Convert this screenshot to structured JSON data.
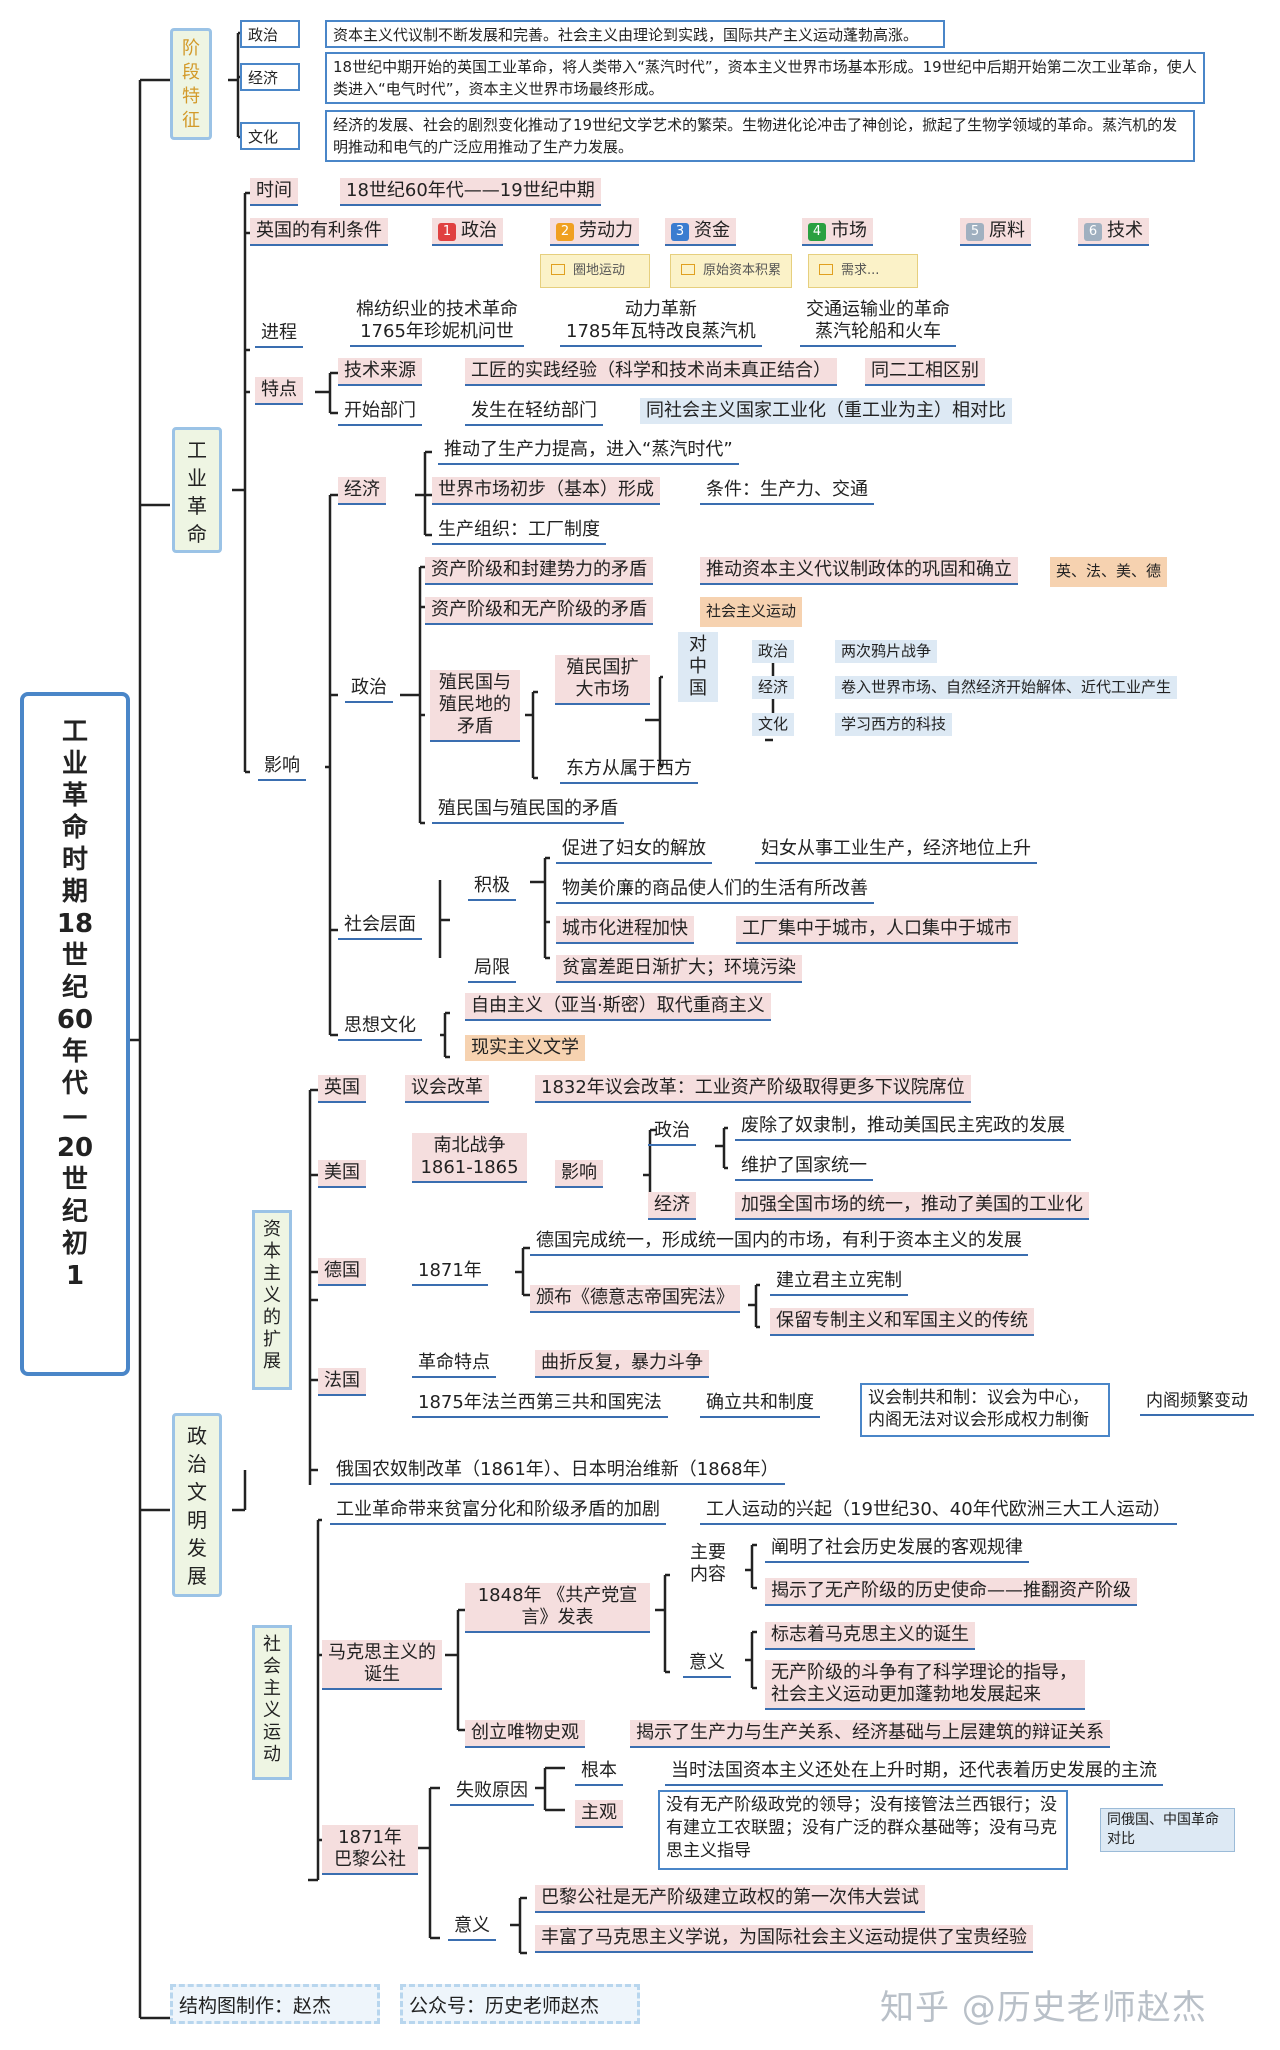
{
  "title": "工业革命时期 18世纪60年代—20世纪初 1",
  "stage": {
    "label": "阶段特征",
    "political_label": "政治",
    "political": "资本主义代议制不断发展和完善。社会主义由理论到实践，国际共产主义运动蓬勃高涨。",
    "economic_label": "经济",
    "economic": "18世纪中期开始的英国工业革命，将人类带入“蒸汽时代”，资本主义世界市场基本形成。19世纪中后期开始第二次工业革命，使人类进入“电气时代”，资本主义世界市场最终形成。",
    "culture_label": "文化",
    "culture": "经济的发展、社会的剧烈变化推动了19世纪文学艺术的繁荣。生物进化论冲击了神创论，掀起了生物学领域的革命。蒸汽机的发明推动和电气的广泛应用推动了生产力发展。"
  },
  "ir": {
    "label": "工业革命",
    "time_label": "时间",
    "time": "18世纪60年代——19世纪中期",
    "cond_label": "英国的有利条件",
    "conds": [
      {
        "num": "1",
        "text": "政治",
        "color": "#e04040"
      },
      {
        "num": "2",
        "text": "劳动力",
        "color": "#f0a020"
      },
      {
        "num": "3",
        "text": "资金",
        "color": "#3a7cd0"
      },
      {
        "num": "4",
        "text": "市场",
        "color": "#2aa040"
      },
      {
        "num": "5",
        "text": "原料",
        "color": "#a0b0c0"
      },
      {
        "num": "6",
        "text": "技术",
        "color": "#a0b0c0"
      }
    ],
    "notes": [
      "圈地运动",
      "原始资本积累",
      "需求..."
    ],
    "process_label": "进程",
    "process": [
      {
        "t1": "棉纺织业的技术革命",
        "t2": "1765年珍妮机问世"
      },
      {
        "t1": "动力革新",
        "t2": "1785年瓦特改良蒸汽机"
      },
      {
        "t1": "交通运输业的革命",
        "t2": "蒸汽轮船和火车"
      }
    ],
    "feature_label": "特点",
    "tech_source_label": "技术来源",
    "tech_source": "工匠的实践经验（科学和技术尚未真正结合）",
    "tech_source_cmp": "同二工相区别",
    "start_dept_label": "开始部门",
    "start_dept": "发生在轻纺部门",
    "start_dept_cmp": "同社会主义国家工业化（重工业为主）相对比",
    "impact_label": "影响",
    "econ_label": "经济",
    "econ": [
      "推动了生产力提高，进入“蒸汽时代”",
      "世界市场初步（基本）形成",
      "生产组织：工厂制度"
    ],
    "econ_cond": "条件：生产力、交通",
    "pol_label": "政治",
    "pol1": "资产阶级和封建势力的矛盾",
    "pol1a": "推动资本主义代议制政体的巩固和确立",
    "pol1b": "英、法、美、德",
    "pol2": "资产阶级和无产阶级的矛盾",
    "pol2a": "社会主义运动",
    "pol3": "殖民国与殖民地的矛盾",
    "pol3a": "殖民国扩大市场",
    "pol3b": "对中国",
    "pol3b_items": [
      {
        "k": "政治",
        "v": "两次鸦片战争"
      },
      {
        "k": "经济",
        "v": "卷入世界市场、自然经济开始解体、近代工业产生"
      },
      {
        "k": "文化",
        "v": "学习西方的科技"
      }
    ],
    "pol3c": "东方从属于西方",
    "pol4": "殖民国与殖民国的矛盾",
    "soc_label": "社会层面",
    "pos_label": "积极",
    "pos": [
      "促进了妇女的解放",
      "物美价廉的商品使人们的生活有所改善",
      "城市化进程加快"
    ],
    "pos1b": "妇女从事工业生产，经济地位上升",
    "pos3b": "工厂集中于城市，人口集中于城市",
    "neg_label": "局限",
    "neg": "贫富差距日渐扩大；环境污染",
    "thought_label": "思想文化",
    "thought": [
      "自由主义（亚当·斯密）取代重商主义",
      "现实主义文学"
    ]
  },
  "pc": {
    "label": "政治文明发展",
    "cap_label": "资本主义的扩展",
    "uk_label": "英国",
    "uk1": "议会改革",
    "uk2": "1832年议会改革：工业资产阶级取得更多下议院席位",
    "us_label": "美国",
    "us_war": "南北战争 1861-1865",
    "us_impact": "影响",
    "us_pol": "政治",
    "us_pol_items": [
      "废除了奴隶制，推动美国民主宪政的发展",
      "维护了国家统一"
    ],
    "us_econ": "经济",
    "us_econ_item": "加强全国市场的统一，推动了美国的工业化",
    "de_label": "德国",
    "de_year": "1871年",
    "de1": "德国完成统一，形成统一国内的市场，有利于资本主义的发展",
    "de2": "颁布《德意志帝国宪法》",
    "de2_items": [
      "建立君主立宪制",
      "保留专制主义和军国主义的传统"
    ],
    "fr_label": "法国",
    "fr1": "革命特点",
    "fr1a": "曲折反复，暴力斗争",
    "fr2": "1875年法兰西第三共和国宪法",
    "fr2a": "确立共和制度",
    "fr2b": "议会制共和制：议会为中心，内阁无法对议会形成权力制衡",
    "fr2c": "内阁频繁变动",
    "ru_jp": "俄国农奴制改革（1861年）、日本明治维新（1868年）",
    "soc_label": "社会主义运动",
    "s0": "工业革命带来贫富分化和阶级矛盾的加剧",
    "s0a": "工人运动的兴起（19世纪30、40年代欧洲三大工人运动）",
    "mx_label": "马克思主义的诞生",
    "manifesto": "1848年 《共产党宣言》发表",
    "content_label": "主要内容",
    "content": [
      "阐明了社会历史发展的客观规律",
      "揭示了无产阶级的历史使命——推翻资产阶级"
    ],
    "meaning_label": "意义",
    "meaning": [
      "标志着马克思主义的诞生",
      "无产阶级的斗争有了科学理论的指导，社会主义运动更加蓬勃地发展起来"
    ],
    "hm": "创立唯物史观",
    "hm_a": "揭示了生产力与生产关系、经济基础与上层建筑的辩证关系",
    "paris_label": "1871年 巴黎公社",
    "fail_label": "失败原因",
    "root_label": "根本",
    "root": "当时法国资本主义还处在上升时期，还代表着历史发展的主流",
    "subj_label": "主观",
    "subj": "没有无产阶级政党的领导；没有接管法兰西银行；没有建立工农联盟；没有广泛的群众基础等；没有马克思主义指导",
    "subj_cmp": "同俄国、中国革命对比",
    "p_meaning_label": "意义",
    "p_meaning": [
      "巴黎公社是无产阶级建立政权的第一次伟大尝试",
      "丰富了马克思主义学说，为国际社会主义运动提供了宝贵经验"
    ]
  },
  "footer": {
    "maker": "结构图制作：赵杰",
    "account": "公众号：历史老师赵杰"
  },
  "watermark": "知乎 @历史老师赵杰"
}
